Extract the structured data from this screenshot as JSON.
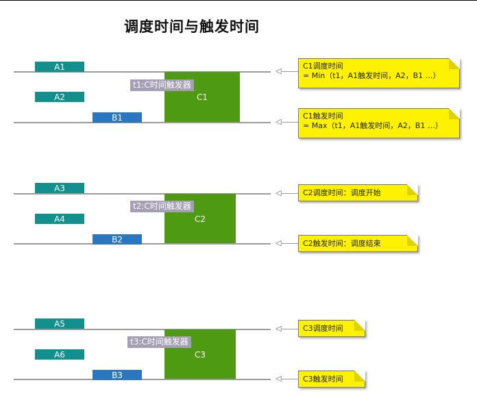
{
  "title": "调度时间与触发时间",
  "section1": {
    "a_top": "A1",
    "a_mid": "A2",
    "b": "B1",
    "c": "C1",
    "trigger": "t1:C时间触发器",
    "note_top_line1": "C1调度时间",
    "note_top_line2": "= Min（t1，A1触发时间，A2，B1 …）",
    "note_bottom_line1": "C1触发时间",
    "note_bottom_line2": "= Max（t1，A1触发时间，A2，B1 …）"
  },
  "section2": {
    "a_top": "A3",
    "a_mid": "A4",
    "b": "B2",
    "c": "C2",
    "trigger": "t2:C时间触发器",
    "note_top": "C2调度时间：调度开始",
    "note_bottom": "C2触发时间：调度结束"
  },
  "section3": {
    "a_top": "A5",
    "a_mid": "A6",
    "b": "B3",
    "c": "C3",
    "trigger": "t3:C时间触发器",
    "note_top": "C3调度时间",
    "note_bottom": "C3触发时间"
  },
  "colors": {
    "teal": "#12908e",
    "blue": "#2a77bf",
    "green": "#4e9a12",
    "trigger": "#a49fb4",
    "note": "#fff200",
    "line": "#9a9a9a"
  }
}
